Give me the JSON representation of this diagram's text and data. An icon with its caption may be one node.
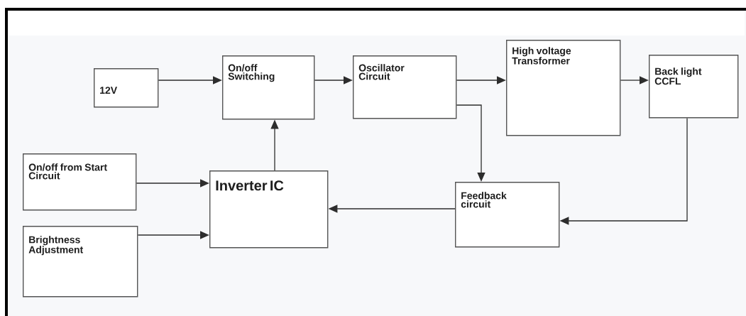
{
  "diagram": {
    "nodes": [
      {
        "text": [
          "12V"
        ]
      },
      {
        "text": [
          "On/off Switching"
        ]
      },
      {
        "text": [
          "Oscillator Circuit"
        ]
      },
      {
        "text": [
          "High voltage Transformer"
        ]
      },
      {
        "text": [
          "Back light CCFL"
        ]
      },
      {
        "text": [
          "On/off from Start Circuit"
        ]
      },
      {
        "text": [
          "Inverter IC"
        ]
      },
      {
        "text": [
          "Feedback circuit"
        ]
      },
      {
        "text": [
          "Brightness Adjustment"
        ]
      }
    ],
    "edges": [
      {
        "from": 0,
        "to": 1,
        "arrow": "to"
      },
      {
        "from": 1,
        "to": 2,
        "arrow": "to"
      },
      {
        "from": 2,
        "to": 3,
        "arrow": "to"
      },
      {
        "from": 3,
        "to": 4,
        "arrow": "to"
      },
      {
        "from": 6,
        "to": 1,
        "arrow": "to"
      },
      {
        "from": 2,
        "to": 7,
        "arrow": "to"
      },
      {
        "from": 4,
        "to": 7,
        "arrow": "to"
      },
      {
        "from": 7,
        "to": 6,
        "arrow": "to"
      },
      {
        "from": 5,
        "to": 6,
        "arrow": "to"
      },
      {
        "from": 8,
        "to": 6,
        "arrow": "to"
      }
    ]
  }
}
